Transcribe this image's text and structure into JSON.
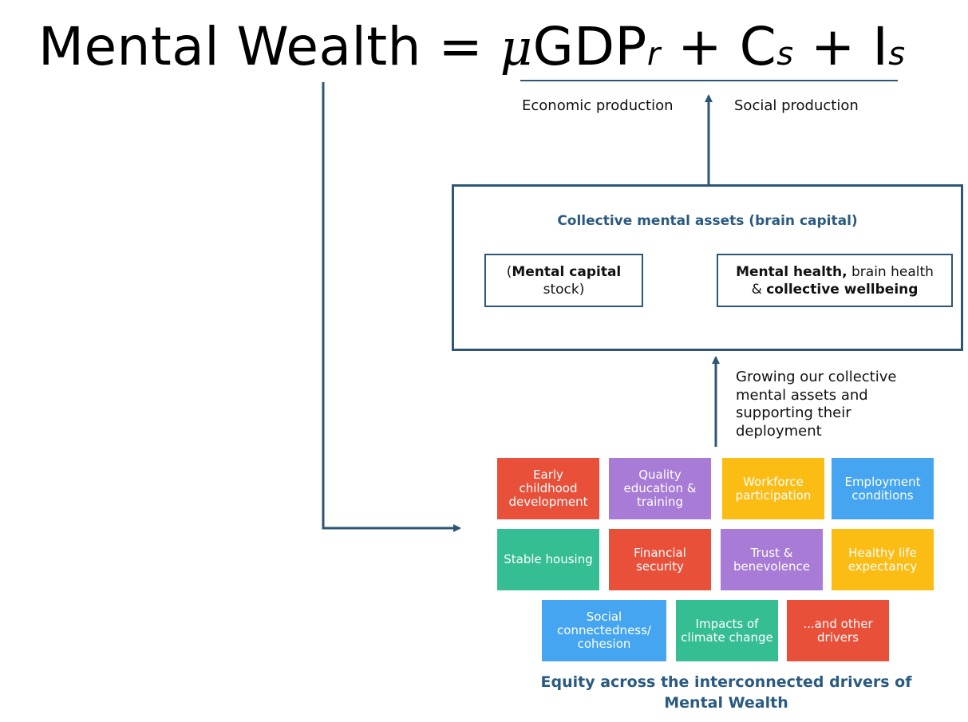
{
  "equation": {
    "lhs": "Mental Wealth",
    "equals": "=",
    "mu": "μ",
    "gdp": "GDP",
    "gdp_sub": "r",
    "plus1": "+",
    "c": "C",
    "c_sub": "s",
    "plus2": "+",
    "i": "I",
    "i_sub": "s"
  },
  "production": {
    "economic": "Economic production",
    "social": "Social production"
  },
  "assets": {
    "title": "Collective mental assets (brain capital)",
    "capital_open": "(",
    "capital_bold": "Mental capital",
    "capital_rest": "stock)",
    "health_bold": "Mental health,",
    "health_rest": " brain health",
    "health_amp": "& ",
    "wellbeing_bold": "collective wellbeing"
  },
  "growing_note": "Growing our collective\nmental assets and\nsupporting their\ndeployment",
  "drivers": [
    {
      "label": "Early\nchildhood\ndevelopment",
      "color": "#e8503a"
    },
    {
      "label": "Quality\neducation &\ntraining",
      "color": "#a77bd6"
    },
    {
      "label": "Workforce\nparticipation",
      "color": "#fbbc14"
    },
    {
      "label": "Employment\nconditions",
      "color": "#45a5f0"
    },
    {
      "label": "Stable housing",
      "color": "#35bd94"
    },
    {
      "label": "Financial\nsecurity",
      "color": "#e8503a"
    },
    {
      "label": "Trust &\nbenevolence",
      "color": "#a77bd6"
    },
    {
      "label": "Healthy life\nexpectancy",
      "color": "#fbbc14"
    },
    {
      "label": "Social\nconnectedness/\ncohesion",
      "color": "#45a5f0"
    },
    {
      "label": "Impacts of\nclimate change",
      "color": "#35bd94"
    },
    {
      "label": "...and other\ndrivers",
      "color": "#e8503a"
    }
  ],
  "equity_caption": "Equity across the interconnected drivers of\nMental Wealth",
  "colors": {
    "connector": "#2c5673",
    "title_blue": "#2a5a80"
  }
}
